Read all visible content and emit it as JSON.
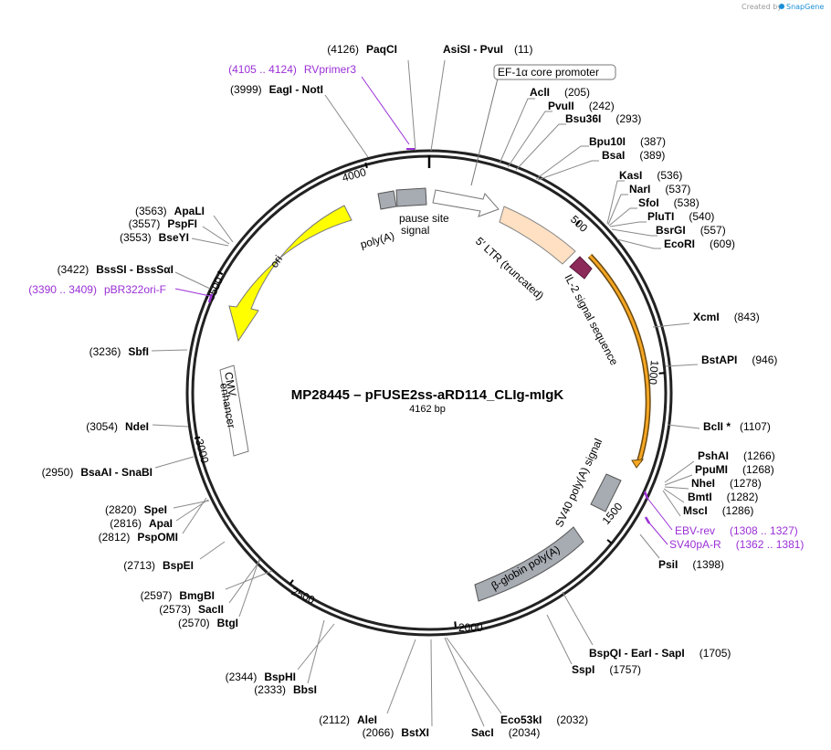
{
  "credit": {
    "prefix": "Created by",
    "brand": "SnapGene"
  },
  "plasmid": {
    "name": "MP28445 – pFUSE2ss-aRD114_CLIg-mIgK",
    "length_label": "4162 bp"
  },
  "ticks": [
    "500",
    "1000",
    "1500",
    "2000",
    "2500",
    "3000",
    "3500",
    "4000"
  ],
  "enzymes": [
    {
      "name": "PaqCI",
      "pos": "(4126)"
    },
    {
      "name": "AsiSI  -  PvuI",
      "pos": "(11)"
    },
    {
      "name": "EagI  -  NotI",
      "pos": "(3999)"
    },
    {
      "name": "AclI",
      "pos": "(205)"
    },
    {
      "name": "PvuII",
      "pos": "(242)"
    },
    {
      "name": "Bsu36I",
      "pos": "(293)"
    },
    {
      "name": "Bpu10I",
      "pos": "(387)"
    },
    {
      "name": "BsaI",
      "pos": "(389)"
    },
    {
      "name": "KasI",
      "pos": "(536)"
    },
    {
      "name": "NarI",
      "pos": "(537)"
    },
    {
      "name": "SfoI",
      "pos": "(538)"
    },
    {
      "name": "PluTI",
      "pos": "(540)"
    },
    {
      "name": "BsrGI",
      "pos": "(557)"
    },
    {
      "name": "EcoRI",
      "pos": "(609)"
    },
    {
      "name": "XcmI",
      "pos": "(843)"
    },
    {
      "name": "BstAPI",
      "pos": "(946)"
    },
    {
      "name": "BclI *",
      "pos": "(1107)"
    },
    {
      "name": "PshAI",
      "pos": "(1266)"
    },
    {
      "name": "PpuMI",
      "pos": "(1268)"
    },
    {
      "name": "NheI",
      "pos": "(1278)"
    },
    {
      "name": "BmtI",
      "pos": "(1282)"
    },
    {
      "name": "MscI",
      "pos": "(1286)"
    },
    {
      "name": "PsiI",
      "pos": "(1398)"
    },
    {
      "name": "BspQI  -  EarI  -  SapI",
      "pos": "(1705)"
    },
    {
      "name": "SspI",
      "pos": "(1757)"
    },
    {
      "name": "Eco53kI",
      "pos": "(2032)"
    },
    {
      "name": "SacI",
      "pos": "(2034)"
    },
    {
      "name": "BstXI",
      "pos": "(2066)"
    },
    {
      "name": "AleI",
      "pos": "(2112)"
    },
    {
      "name": "BspHI",
      "pos": "(2344)"
    },
    {
      "name": "BbsI",
      "pos": "(2333)"
    },
    {
      "name": "BmgBI",
      "pos": "(2597)"
    },
    {
      "name": "SacII",
      "pos": "(2573)"
    },
    {
      "name": "BtgI",
      "pos": "(2570)"
    },
    {
      "name": "BspEI",
      "pos": "(2713)"
    },
    {
      "name": "SpeI",
      "pos": "(2820)"
    },
    {
      "name": "ApaI",
      "pos": "(2816)"
    },
    {
      "name": "PspOMI",
      "pos": "(2812)"
    },
    {
      "name": "BsaAI  -  SnaBI",
      "pos": "(2950)"
    },
    {
      "name": "NdeI",
      "pos": "(3054)"
    },
    {
      "name": "SbfI",
      "pos": "(3236)"
    },
    {
      "name": "BssSI  -  BssSαI",
      "pos": "(3422)"
    },
    {
      "name": "ApaLI",
      "pos": "(3563)"
    },
    {
      "name": "PspFI",
      "pos": "(3557)"
    },
    {
      "name": "BseYI",
      "pos": "(3553)"
    }
  ],
  "primers": [
    {
      "name": "RVprimer3",
      "range": "(4105 .. 4124)"
    },
    {
      "name": "pBR322ori-F",
      "range": "(3390 .. 3409)"
    },
    {
      "name": "EBV-rev",
      "range": "(1308 .. 1327)"
    },
    {
      "name": "SV40pA-R",
      "range": "(1362 .. 1381)"
    }
  ],
  "features": {
    "ef1a": "EF-1α core promoter",
    "ltr": "5′ LTR (truncated)",
    "il2": "IL-2 signal sequence",
    "sv40": "SV40 poly(A) signal",
    "bglobin": "β-globin poly(A)",
    "ori": "ori",
    "cmv_line1": "CMV",
    "cmv_line2": "enhancer",
    "polya": "poly(A)",
    "pause_line1": "pause site",
    "pause_line2": "signal"
  },
  "colors": {
    "backbone": "#222222",
    "ori": "#ffff00",
    "ltr": "#ffe0c2",
    "il2": "#8c2a5a",
    "cds": "#f5a623",
    "polya_feature": "#a7abb2",
    "primer": "#9b30d6",
    "brand": "#1a8fd6"
  }
}
